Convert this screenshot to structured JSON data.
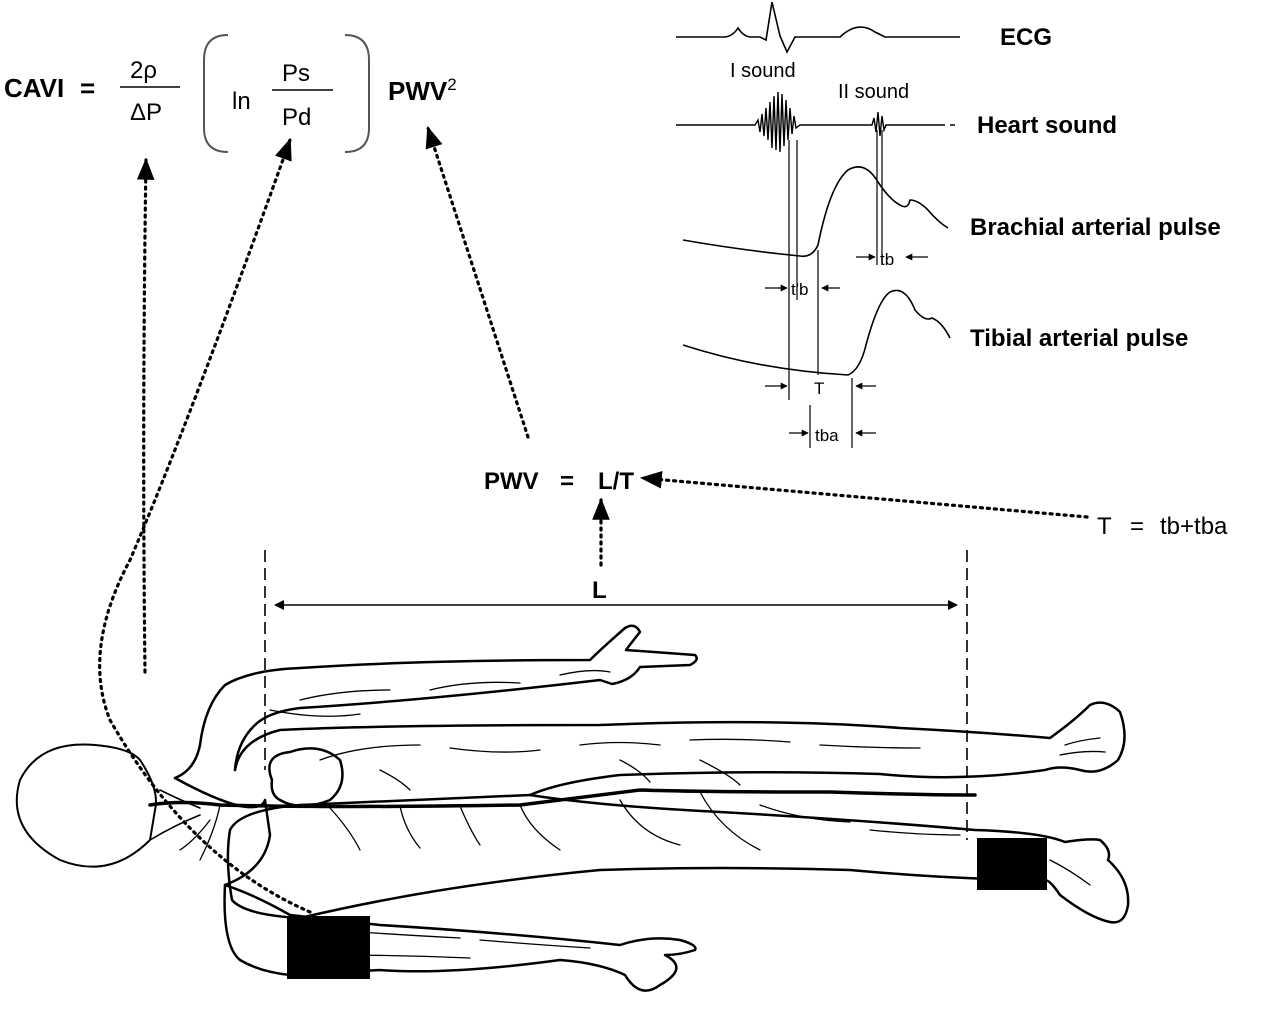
{
  "formula": {
    "cavi_label": "CAVI",
    "equals": "=",
    "numerator": "2ρ",
    "denominator": "ΔP",
    "ln": "ln",
    "ps": "Ps",
    "pd": "Pd",
    "pwv": "PWV",
    "exponent": "2"
  },
  "pwv_equation": {
    "pwv": "PWV",
    "equals": "=",
    "rhs": "L/T"
  },
  "t_equation": {
    "t": "T",
    "equals": "=",
    "rhs": "tb+tba"
  },
  "distance_label": "L",
  "waveforms": {
    "ecg": "ECG",
    "heart_sound": "Heart sound",
    "brachial": "Brachial arterial pulse",
    "tibial": "Tibial arterial pulse",
    "sound_1": "I sound",
    "sound_2": "II sound",
    "tb": "tb",
    "tprime_b": "t'b",
    "T": "T",
    "tba": "tba"
  }
}
